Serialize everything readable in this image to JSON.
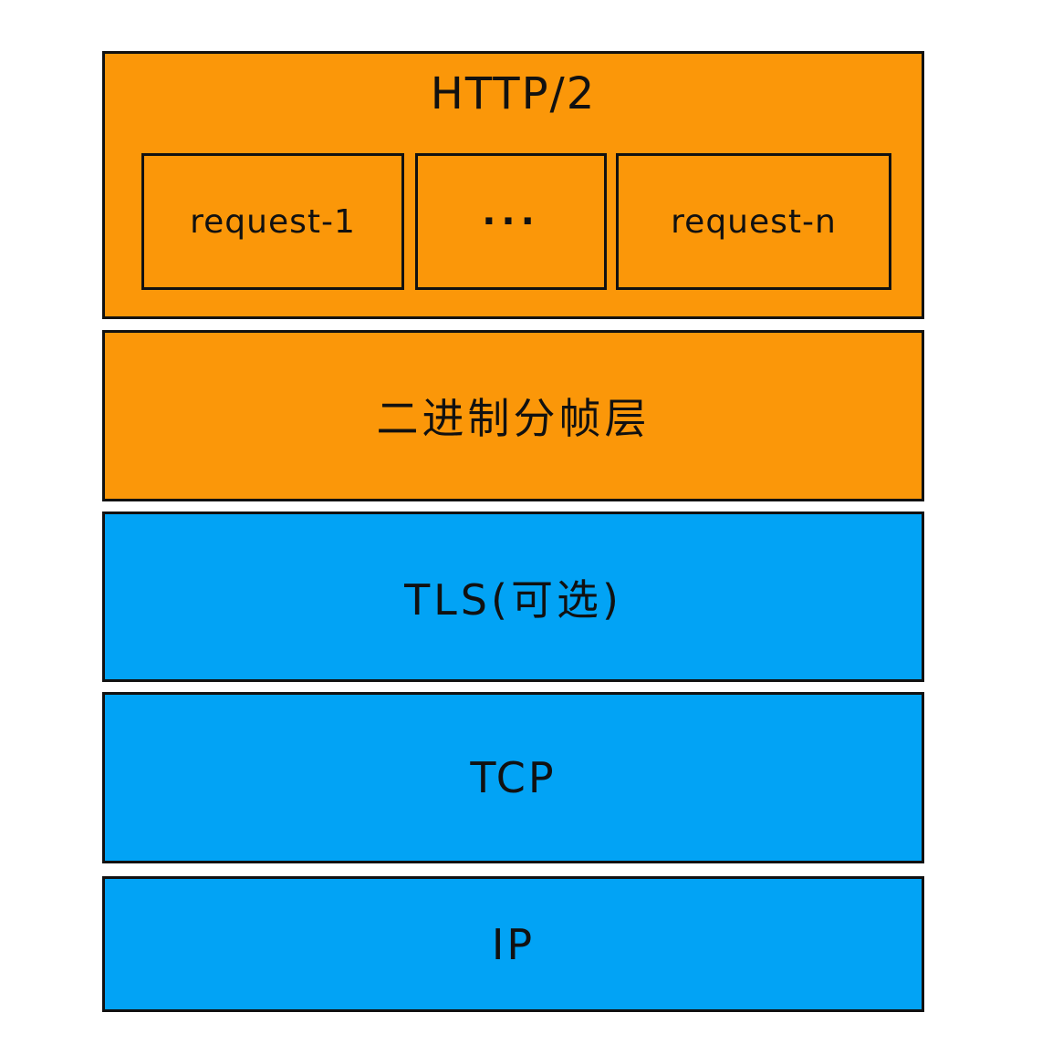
{
  "colors": {
    "orange": "#FB9709",
    "blue": "#02A3F5",
    "border": "#111111",
    "background": "#FFFFFF",
    "text": "#111111"
  },
  "diagram": {
    "type": "protocol-stack",
    "layers": [
      {
        "label": "HTTP/2",
        "fill": "orange",
        "children": [
          {
            "label": "request-1"
          },
          {
            "label": "···"
          },
          {
            "label": "request-n"
          }
        ]
      },
      {
        "label": "二进制分帧层",
        "fill": "orange"
      },
      {
        "label": "TLS(可选)",
        "fill": "blue"
      },
      {
        "label": "TCP",
        "fill": "blue"
      },
      {
        "label": "IP",
        "fill": "blue"
      }
    ]
  }
}
